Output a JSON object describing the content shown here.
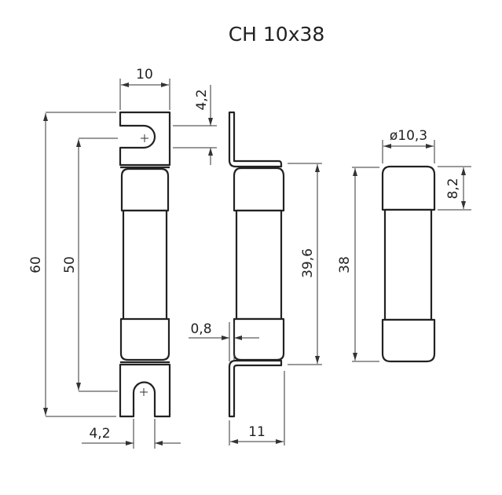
{
  "title": "CH 10x38",
  "dimensions": {
    "front_width": "10",
    "slot_top": "4,2",
    "overall_length": "60",
    "hole_spacing": "50",
    "slot_bottom": "4,2",
    "tag_thickness": "0,8",
    "body_length_with_tags": "39,6",
    "side_depth": "11",
    "diameter": "ø10,3",
    "cap_length": "8,2",
    "fuse_length": "38"
  }
}
